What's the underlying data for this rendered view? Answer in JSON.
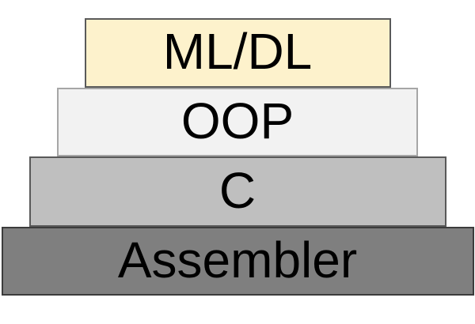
{
  "diagram": {
    "type": "layered-stack",
    "background": "#FFFFFF",
    "text_color": "#000000",
    "layers": [
      {
        "label": "ML/DL",
        "fill": "#FDF2CC",
        "border": "#5A5A5A"
      },
      {
        "label": "OOP",
        "fill": "#F2F2F2",
        "border": "#A6A6A6"
      },
      {
        "label": "C",
        "fill": "#BFBFBF",
        "border": "#595959"
      },
      {
        "label": "Assembler",
        "fill": "#7F7F7F",
        "border": "#3C3C3C"
      }
    ]
  }
}
